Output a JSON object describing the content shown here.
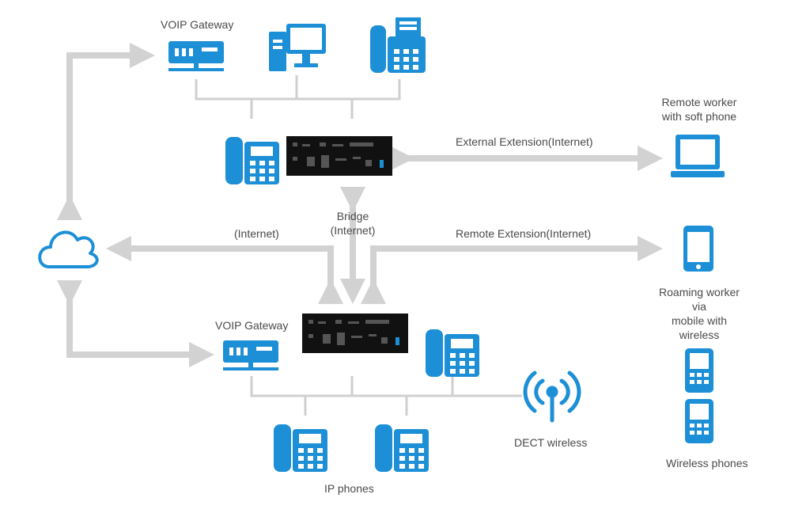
{
  "colors": {
    "icon": "#1d8fd6",
    "connector": "#cfcfcf",
    "arrow": "#d2d2d2",
    "device": "#111111",
    "text": "#4a4a4a"
  },
  "labels": {
    "voip_gateway_top": "VOIP Gateway",
    "voip_gateway_bottom": "VOIP Gateway",
    "remote_worker": "Remote worker\nwith soft phone",
    "external_extension": "External Extension(Internet)",
    "bridge": "Bridge\n(Internet)",
    "internet": "(Internet)",
    "remote_extension": "Remote Extension(Internet)",
    "roaming_worker": "Roaming worker via\nmobile with wireless",
    "dect_wireless": "DECT wireless",
    "ip_phones": "IP phones",
    "wireless_phones": "Wireless phones"
  },
  "nodes": [
    {
      "id": "cloud",
      "icon": "cloud-icon"
    },
    {
      "id": "gateway-top",
      "icon": "voip-gateway-icon"
    },
    {
      "id": "desktop",
      "icon": "desktop-computer-icon"
    },
    {
      "id": "fax-phone",
      "icon": "fax-phone-icon"
    },
    {
      "id": "pbx-top",
      "icon": "ip-pbx-unit"
    },
    {
      "id": "desk-phone-top",
      "icon": "desk-phone-icon"
    },
    {
      "id": "laptop",
      "icon": "laptop-icon"
    },
    {
      "id": "mobile",
      "icon": "mobile-phone-icon"
    },
    {
      "id": "pbx-bottom",
      "icon": "ip-pbx-unit"
    },
    {
      "id": "gateway-bottom",
      "icon": "voip-gateway-icon"
    },
    {
      "id": "desk-phone-bottom",
      "icon": "desk-phone-icon"
    },
    {
      "id": "dect-antenna",
      "icon": "wireless-antenna-icon"
    },
    {
      "id": "ip-phone-1",
      "icon": "desk-phone-icon"
    },
    {
      "id": "ip-phone-2",
      "icon": "desk-phone-icon"
    },
    {
      "id": "wireless-phone-1",
      "icon": "cordless-phone-icon"
    },
    {
      "id": "wireless-phone-2",
      "icon": "cordless-phone-icon"
    }
  ]
}
